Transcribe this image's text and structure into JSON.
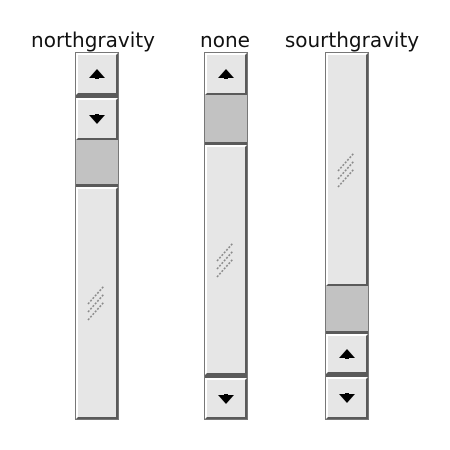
{
  "scrollbars": [
    {
      "label": "northgravity"
    },
    {
      "label": "none"
    },
    {
      "label": "sourthgravity"
    }
  ],
  "icons": {
    "up": "arrow-up-icon",
    "down": "arrow-down-icon",
    "grip": "grip-icon"
  },
  "colors": {
    "button_face": "#e6e6e6",
    "trough": "#c2c2c2",
    "shadow": "#5a5a5a",
    "highlight": "#ffffff",
    "arrow": "#000000"
  }
}
